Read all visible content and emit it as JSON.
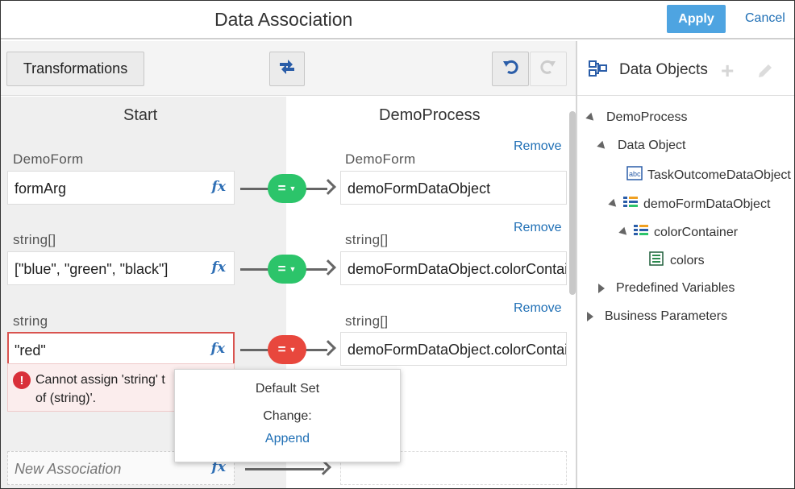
{
  "header": {
    "title": "Data Association",
    "apply_label": "Apply",
    "cancel_label": "Cancel"
  },
  "toolbar": {
    "transformations_label": "Transformations",
    "auto_map_icon": "auto-map-icon",
    "undo_icon": "undo-icon",
    "redo_icon": "redo-icon"
  },
  "mapping": {
    "start_header": "Start",
    "target_header": "DemoProcess",
    "remove_label": "Remove",
    "fx_label": "fx",
    "rows": [
      {
        "source_type": "DemoForm",
        "source_value": "formArg",
        "operator": "=",
        "status": "ok",
        "target_type": "DemoForm",
        "target_value": "demoFormDataObject"
      },
      {
        "source_type": "string[]",
        "source_value": "[\"blue\", \"green\", \"black\"]",
        "operator": "=",
        "status": "ok",
        "target_type": "string[]",
        "target_value": "demoFormDataObject.colorContainer.colors"
      },
      {
        "source_type": "string",
        "source_value": "\"red\"",
        "operator": "=",
        "status": "error",
        "target_type": "string[]",
        "target_value": "demoFormDataObject.colorContainer.colors"
      }
    ],
    "error": {
      "line1": "Cannot assign 'string' t",
      "line2": "of (string)'."
    },
    "popup": {
      "title": "Default Set",
      "change_label": "Change:",
      "append_label": "Append"
    },
    "new_association_placeholder": "New Association"
  },
  "data_objects": {
    "title": "Data Objects",
    "add_icon": "plus-icon",
    "edit_icon": "pencil-icon",
    "tree": {
      "root": "DemoProcess",
      "data_object": "Data Object",
      "task_outcome": "TaskOutcomeDataObject",
      "demo_form_object": "demoFormDataObject",
      "color_container": "colorContainer",
      "colors": "colors",
      "predefined": "Predefined Variables",
      "business": "Business Parameters"
    }
  },
  "colors": {
    "accent": "#4ea4e1",
    "link": "#1f6fb5",
    "ok": "#2cc46a",
    "error": "#e8473d"
  }
}
